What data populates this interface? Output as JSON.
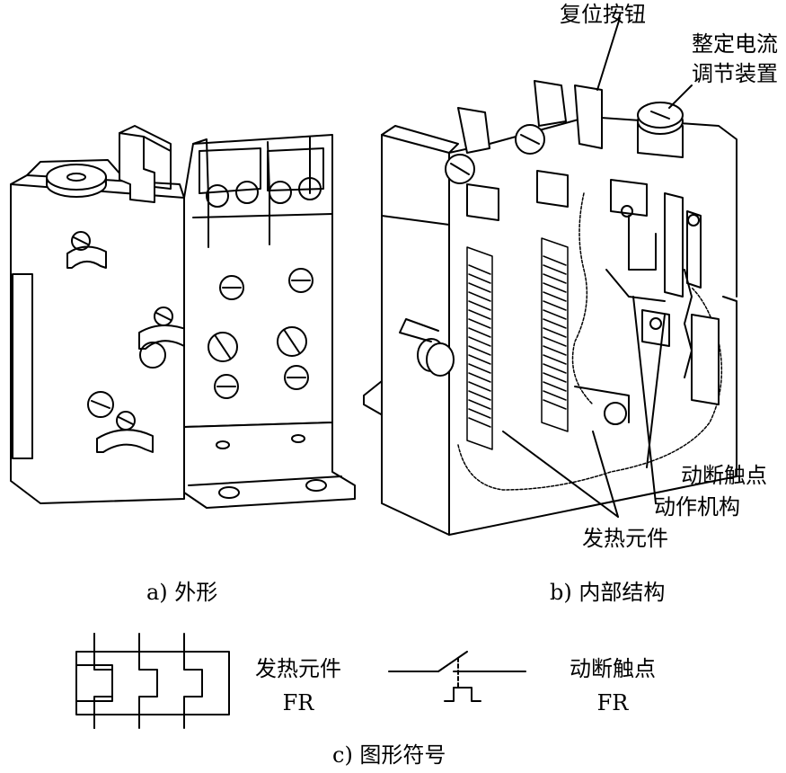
{
  "captions": {
    "a": "a) 外形",
    "b": "b) 内部结构",
    "c": "c) 图形符号"
  },
  "callouts": {
    "reset_button": "复位按钮",
    "current_adjust_line1": "整定电流",
    "current_adjust_line2": "调节装置",
    "break_contact": "动断触点",
    "mechanism": "动作机构",
    "heating_element": "发热元件"
  },
  "symbols": {
    "heating_element_name": "发热元件",
    "heating_element_code": "FR",
    "break_contact_name": "动断触点",
    "break_contact_code": "FR"
  }
}
